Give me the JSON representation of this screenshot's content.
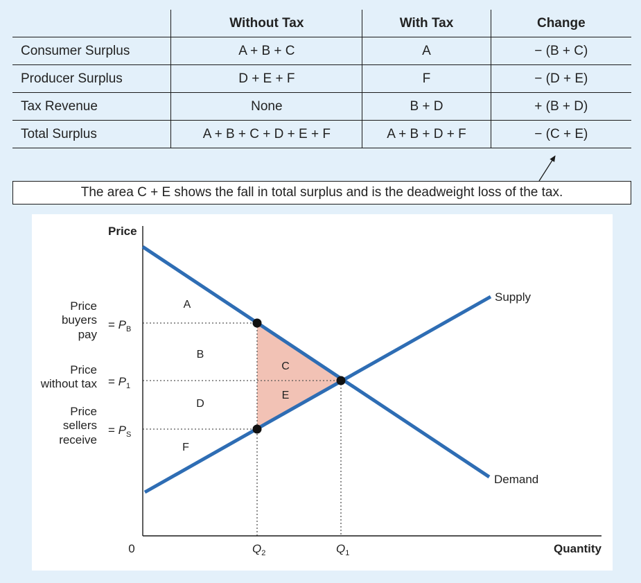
{
  "table": {
    "headers": [
      "",
      "Without Tax",
      "With Tax",
      "Change"
    ],
    "rows": [
      [
        "Consumer Surplus",
        "A + B + C",
        "A",
        "− (B + C)"
      ],
      [
        "Producer Surplus",
        "D + E + F",
        "F",
        "− (D + E)"
      ],
      [
        "Tax Revenue",
        "None",
        "B + D",
        "+ (B + D)"
      ],
      [
        "Total Surplus",
        "A + B + C + D + E + F",
        "A + B + D + F",
        "− (C + E)"
      ]
    ]
  },
  "note": "The area C + E shows the fall in total surplus and is the deadweight loss of the tax.",
  "diagram": {
    "y_axis_label": "Price",
    "x_axis_label": "Quantity",
    "origin_label": "0",
    "supply_label": "Supply",
    "demand_label": "Demand",
    "price_buyers": [
      "Price",
      "buyers",
      "pay"
    ],
    "price_without_tax": [
      "Price",
      "without tax"
    ],
    "price_sellers": [
      "Price",
      "sellers",
      "receive"
    ],
    "p_b": {
      "eq": "= ",
      "symbol": "P",
      "sub": "B"
    },
    "p_1": {
      "eq": "= ",
      "symbol": "P",
      "sub": "1"
    },
    "p_s": {
      "eq": "= ",
      "symbol": "P",
      "sub": "S"
    },
    "q_2": {
      "symbol": "Q",
      "sub": "2"
    },
    "q_1": {
      "symbol": "Q",
      "sub": "1"
    },
    "areas": [
      "A",
      "B",
      "C",
      "D",
      "E",
      "F"
    ],
    "colors": {
      "curve": "#2e6db4",
      "deadweight_fill": "#f2c2b5",
      "panel_bg": "#e3f0fa"
    }
  }
}
